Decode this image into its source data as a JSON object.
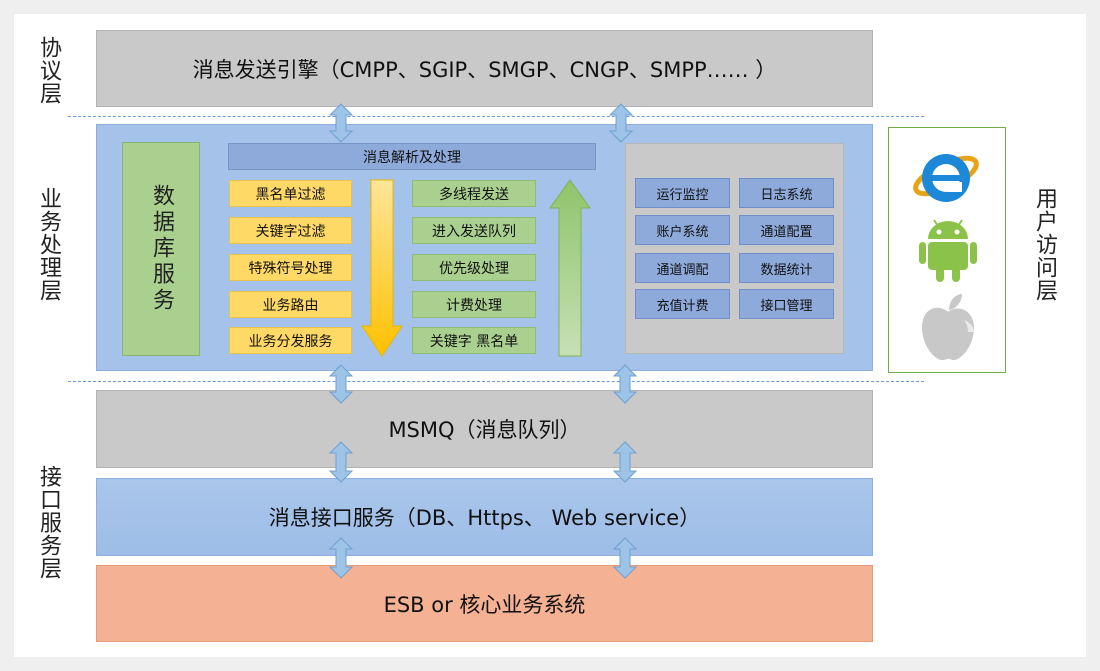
{
  "layers": {
    "protocol": "协议层",
    "business": "业务处理层",
    "interface": "接口服务层",
    "user_access": "用户访问层"
  },
  "protocol_bar": "消息发送引擎（CMPP、SGIP、SMGP、CNGP、SMPP…… ）",
  "business": {
    "database": "数据库服务",
    "parse_header": "消息解析及处理",
    "yellow_items": [
      "黑名单过滤",
      "关键字过滤",
      "特殊符号处理",
      "业务路由",
      "业务分发服务"
    ],
    "green_items": [
      "多线程发送",
      "进入发送队列",
      "优先级处理",
      "计费处理",
      "关键字 黑名单"
    ],
    "management": [
      "运行监控",
      "日志系统",
      "账户系统",
      "通道配置",
      "通道调配",
      "数据统计",
      "充值计费",
      "接口管理"
    ]
  },
  "msmq_bar": "MSMQ（消息队列）",
  "interface_bar": "消息接口服务（DB、Https、 Web service）",
  "esb_bar": "ESB or 核心业务系统",
  "user_icons": [
    "ie-icon",
    "android-icon",
    "apple-icon"
  ],
  "colors": {
    "gray": "#c9c9c9",
    "blue": "#a4c2ea",
    "green": "#a9d08e",
    "yellow": "#ffd966",
    "orange": "#f4b193",
    "arrow": "#9dc3e6"
  }
}
